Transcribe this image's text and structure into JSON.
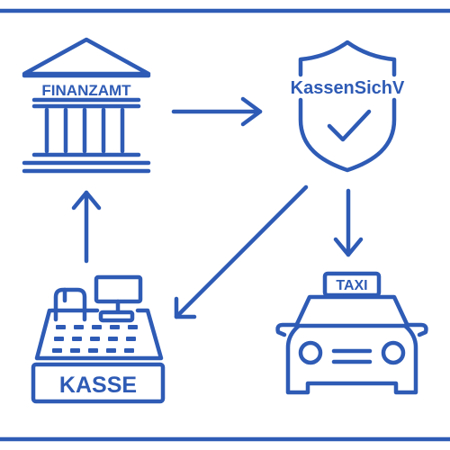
{
  "colors": {
    "primary": "#2e5bb5",
    "background": "#ffffff"
  },
  "nodes": {
    "finanzamt": {
      "label": "FINANZAMT",
      "icon": "bank-building-icon"
    },
    "kassensichv": {
      "label": "KassenSichV",
      "icon": "shield-check-icon"
    },
    "kasse": {
      "label": "KASSE",
      "icon": "cash-register-icon"
    },
    "taxi": {
      "label": "TAXI",
      "icon": "taxi-car-icon"
    }
  },
  "edges": [
    {
      "from": "finanzamt",
      "to": "kassensichv"
    },
    {
      "from": "kassensichv",
      "to": "taxi"
    },
    {
      "from": "kassensichv",
      "to": "kasse"
    },
    {
      "from": "kasse",
      "to": "finanzamt"
    }
  ]
}
